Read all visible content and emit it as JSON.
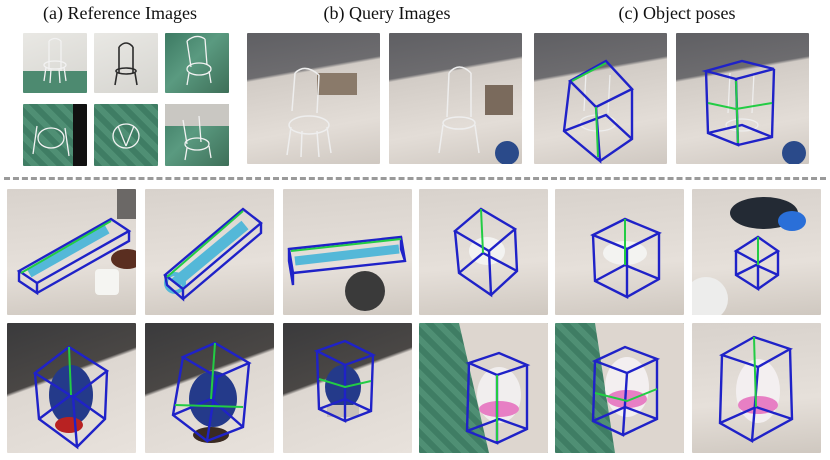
{
  "captions": {
    "reference": "(a) Reference Images",
    "query": "(b) Query Images",
    "poses": "(c) Object poses"
  },
  "colors": {
    "box_edge": "#1f22c8",
    "box_accent": "#22cc44",
    "separator": "#9a9a9a"
  }
}
